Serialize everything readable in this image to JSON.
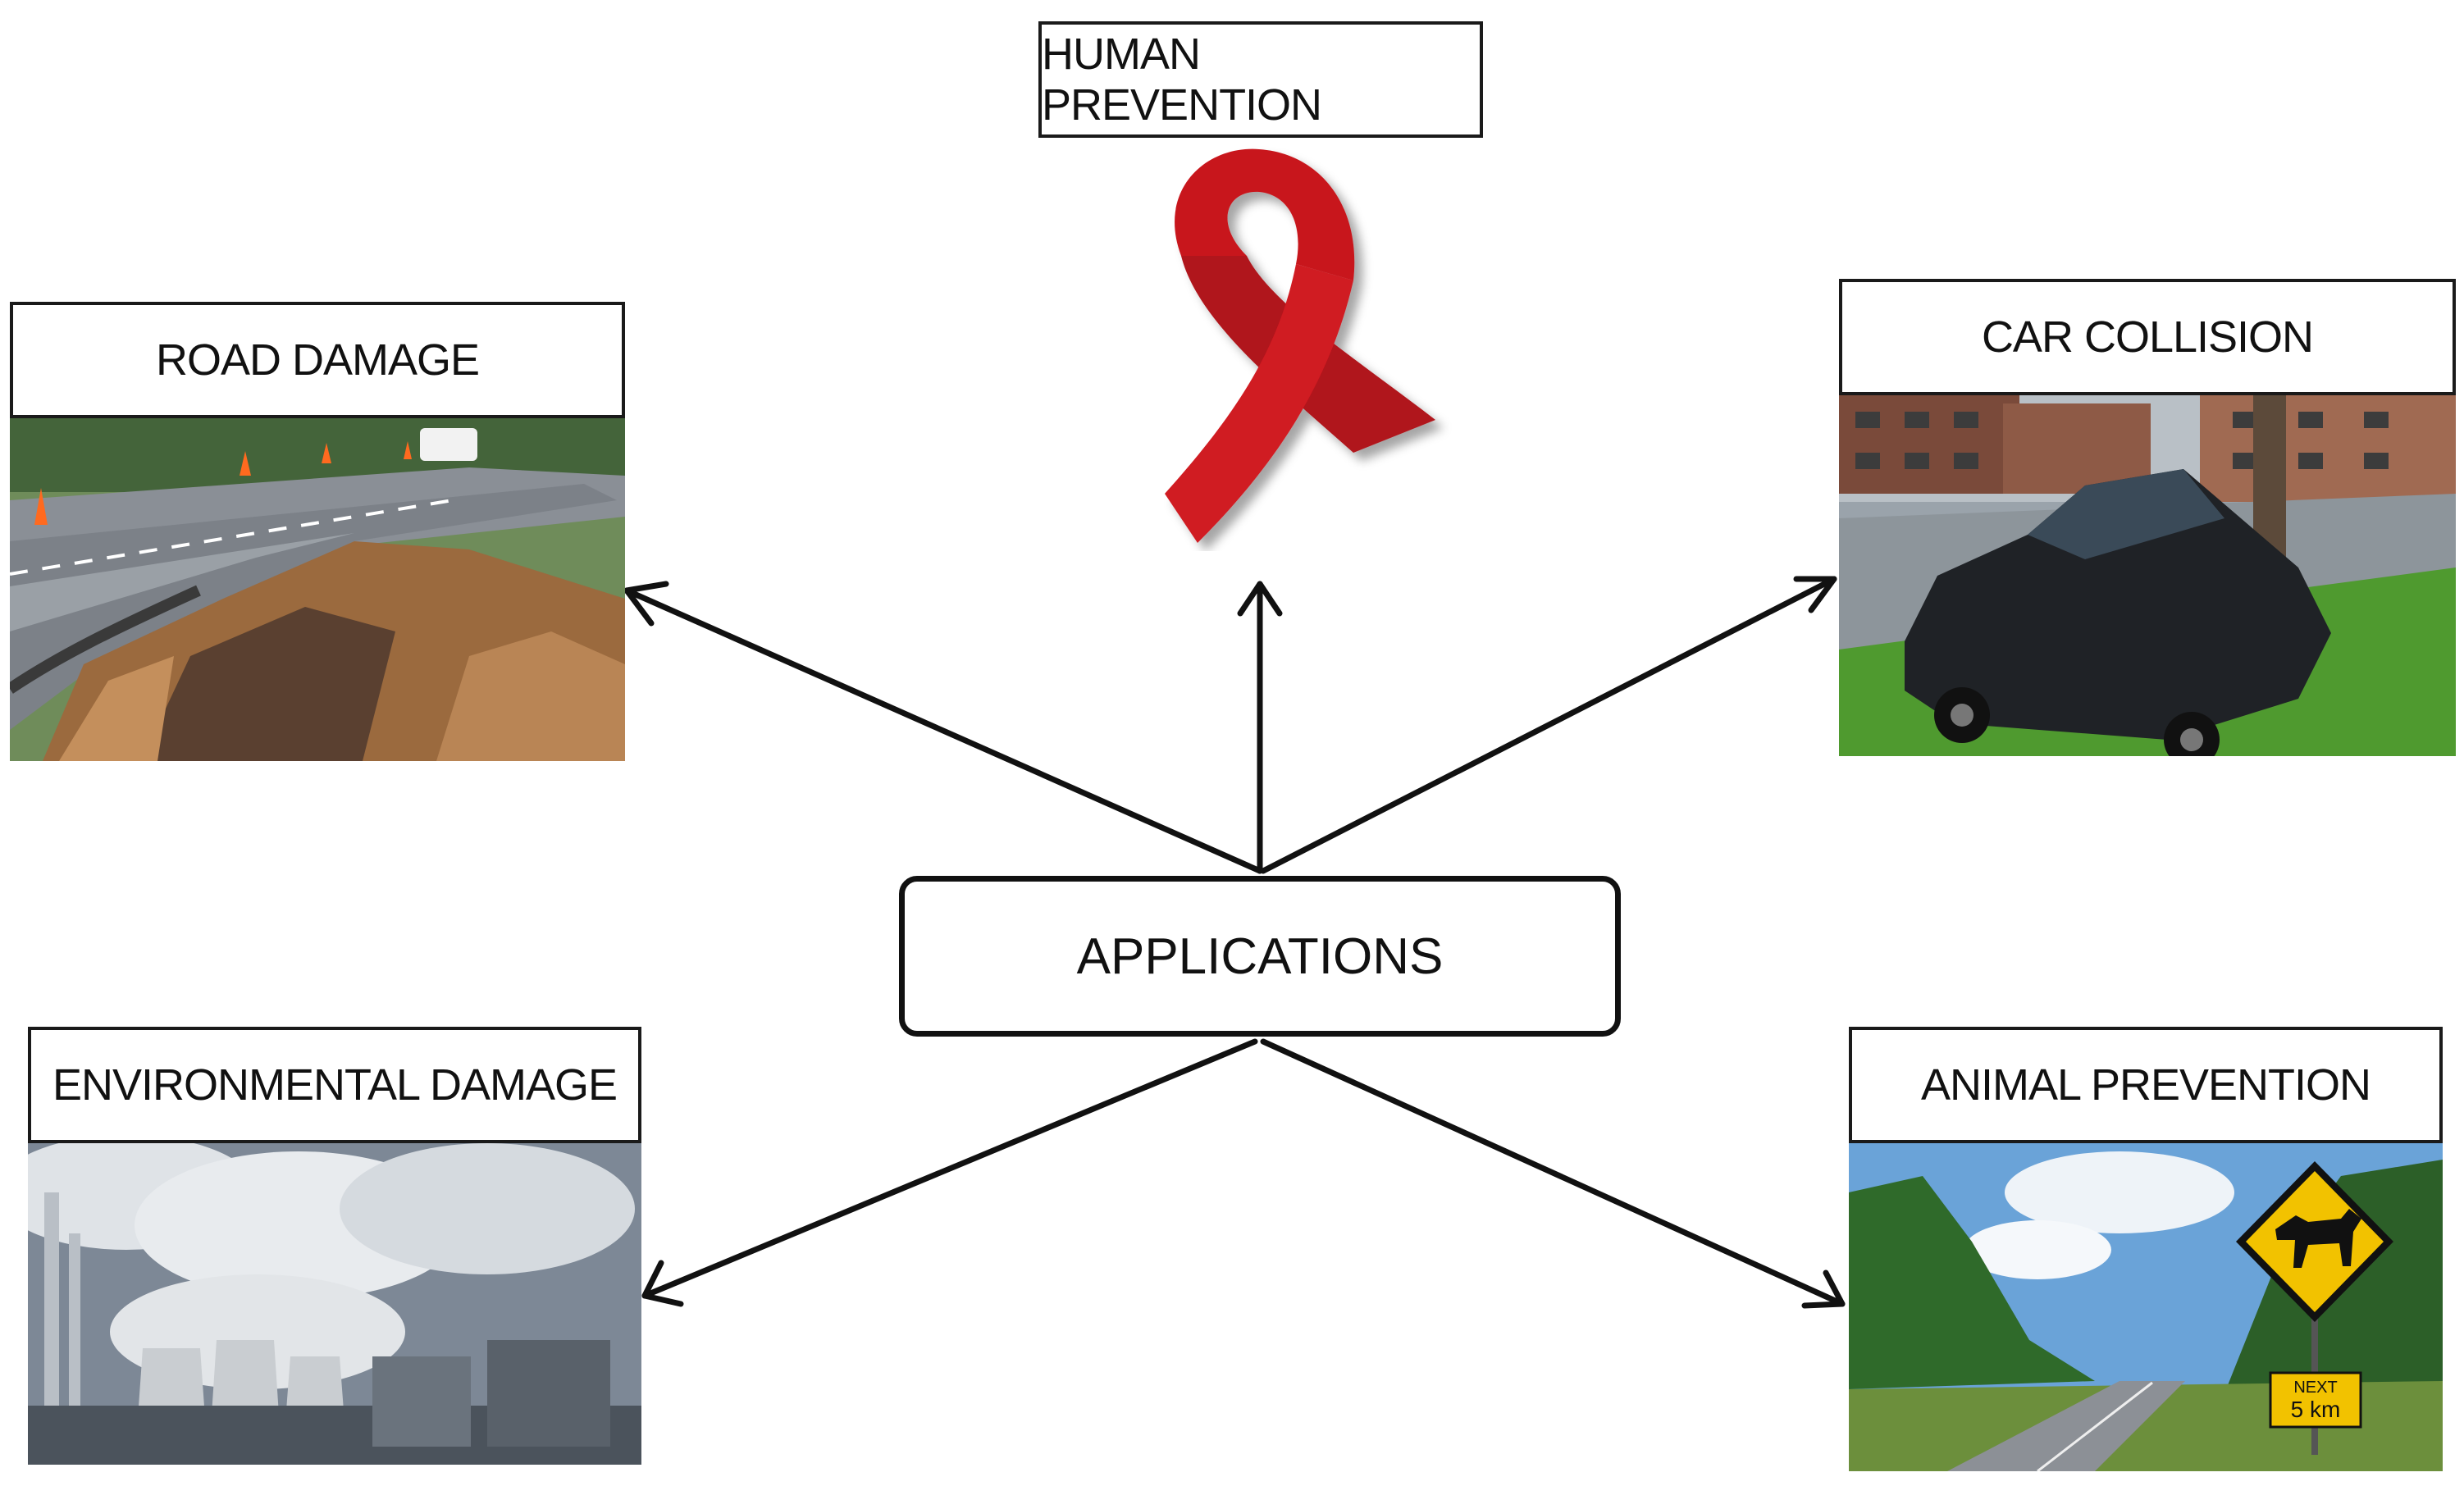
{
  "center": {
    "label": "APPLICATIONS"
  },
  "nodes": {
    "human_prevention": {
      "label": "HUMAN PREVENTION",
      "icon": "red-ribbon-icon"
    },
    "road_damage": {
      "label": "ROAD DAMAGE"
    },
    "car_collision": {
      "label": "CAR COLLISION"
    },
    "environmental_damage": {
      "label": "ENVIRONMENTAL DAMAGE"
    },
    "animal_prevention": {
      "label": "ANIMAL PREVENTION"
    }
  },
  "road_sign": {
    "line1": "NEXT",
    "line2": "5 km"
  },
  "colors": {
    "ribbon": "#c8161d",
    "stroke": "#111111",
    "grass": "#4f9a2f",
    "sky": "#6aa3d8"
  }
}
